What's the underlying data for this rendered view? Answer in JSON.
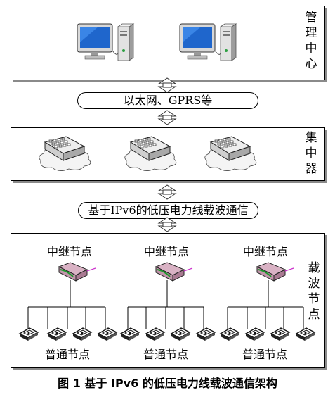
{
  "management_center": {
    "label_chars": [
      "管",
      "理",
      "中",
      "心"
    ]
  },
  "network_1": {
    "label": "以太网、GPRS等"
  },
  "concentrator": {
    "label_chars": [
      "集",
      "中",
      "器"
    ]
  },
  "network_2": {
    "label": "基于IPv6的低压电力线载波通信"
  },
  "carrier_nodes": {
    "label_chars": [
      "载",
      "波",
      "节",
      "点"
    ],
    "relay_label": "中继节点",
    "normal_label": "普通节点"
  },
  "caption": "图 1    基于 IPv6 的低压电力线载波通信架构",
  "colors": {
    "relay_body": "#d9b2c4",
    "relay_stripe": "#1a9a2a",
    "link": "#cc33cc",
    "screen": "#1f66cc"
  }
}
